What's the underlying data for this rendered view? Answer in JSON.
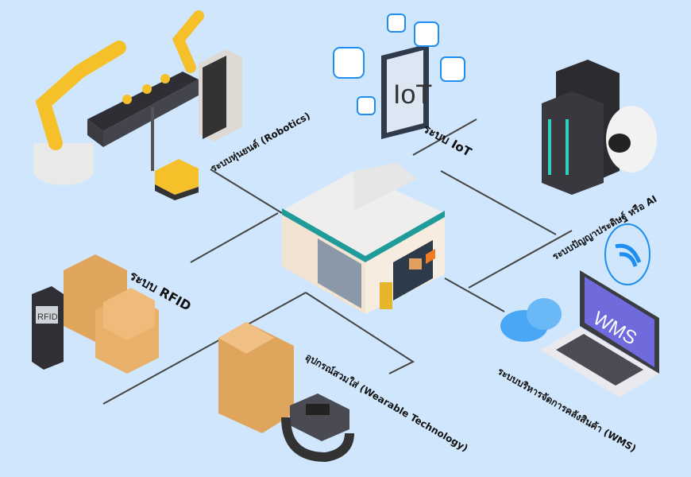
{
  "labels": {
    "robotics": "ระบบหุ่นยนต์ (Robotics)",
    "iot": "ระบบ IoT",
    "ai": "ระบบปัญญาประดิษฐ์ หรือ AI",
    "rfid": "ระบบ RFID",
    "wearable": "อุปกรณ์สวมใส่ (Wearable Technology)",
    "wms": "ระบบบริหารจัดการคลังสินค้า (WMS)"
  },
  "device_text": {
    "tablet": "IoT",
    "laptop": "WMS",
    "scanner": "RFID"
  },
  "colors": {
    "background": "#cfe6fd",
    "line": "#444444",
    "box": "#e8a95c",
    "accent_blue": "#1f8ef1",
    "robot_yellow": "#f5c02a",
    "screen_purple": "#6f6bdc"
  }
}
